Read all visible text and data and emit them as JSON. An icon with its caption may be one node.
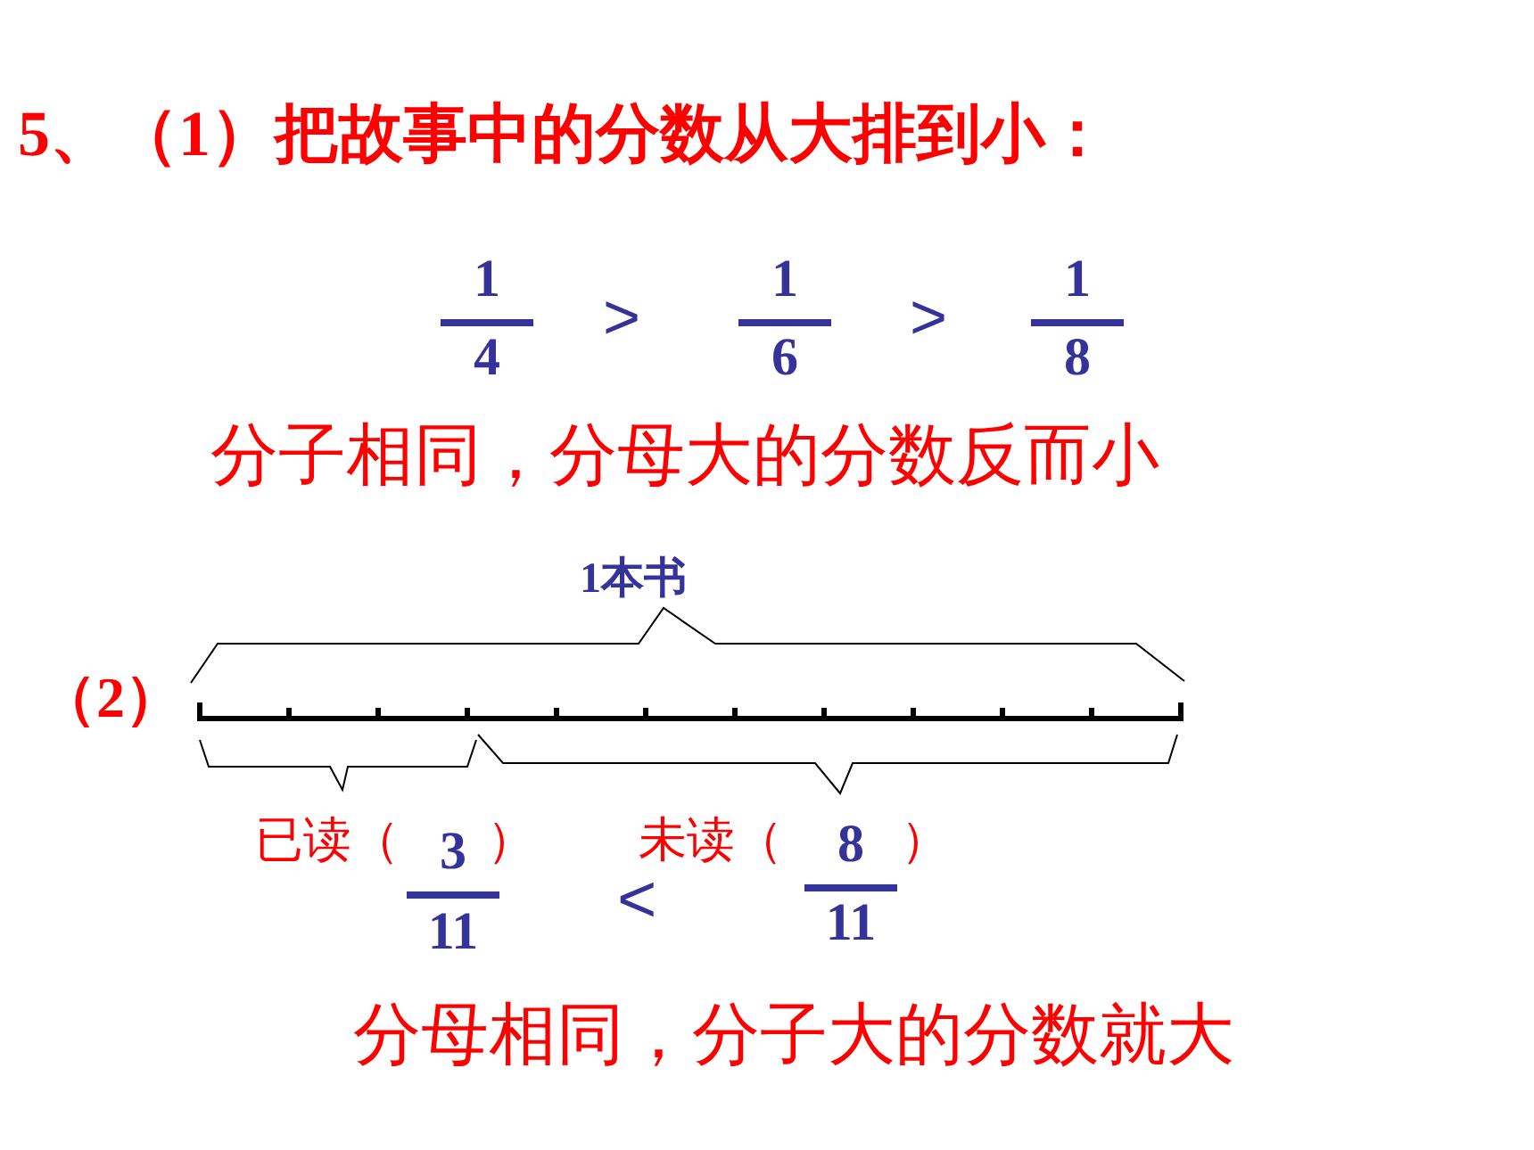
{
  "diagram": {
    "labels": [
      "5、（1）把故事中的分数从大排到小：",
      "1",
      "4",
      ">",
      "1",
      "6",
      ">",
      "1",
      "8",
      "分子相同，分母大的分数反而小",
      "1本书",
      "（2）",
      "已读（",
      "3",
      "）",
      "未读（",
      "8",
      "）",
      "11",
      "<",
      "11",
      "分母相同，分子大的分数就大"
    ]
  }
}
